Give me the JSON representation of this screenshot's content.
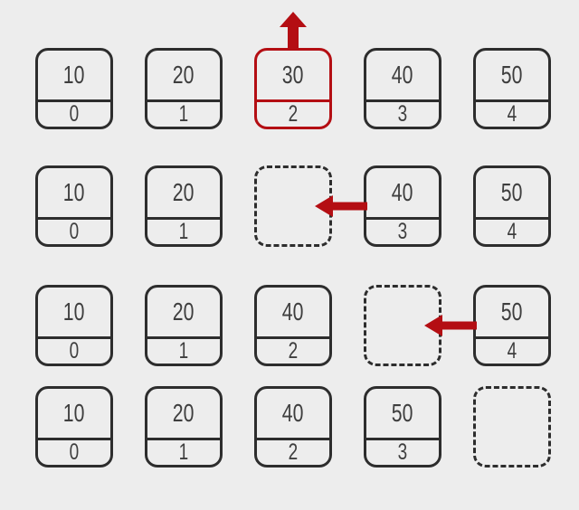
{
  "diagram": {
    "colors": {
      "background": "#ededed",
      "box_border": "#2d2d2d",
      "text": "#3e3e3e",
      "highlight_red": "#b40e13"
    },
    "rows": [
      {
        "cells": [
          {
            "type": "filled",
            "value": "10",
            "index": "0"
          },
          {
            "type": "filled",
            "value": "20",
            "index": "1"
          },
          {
            "type": "filled",
            "value": "30",
            "index": "2",
            "highlighted": true
          },
          {
            "type": "filled",
            "value": "40",
            "index": "3"
          },
          {
            "type": "filled",
            "value": "50",
            "index": "4"
          }
        ],
        "arrow": {
          "direction": "up",
          "col": 2
        }
      },
      {
        "cells": [
          {
            "type": "filled",
            "value": "10",
            "index": "0"
          },
          {
            "type": "filled",
            "value": "20",
            "index": "1"
          },
          {
            "type": "empty"
          },
          {
            "type": "filled",
            "value": "40",
            "index": "3"
          },
          {
            "type": "filled",
            "value": "50",
            "index": "4"
          }
        ],
        "arrow": {
          "direction": "left",
          "col": 2
        }
      },
      {
        "cells": [
          {
            "type": "filled",
            "value": "10",
            "index": "0"
          },
          {
            "type": "filled",
            "value": "20",
            "index": "1"
          },
          {
            "type": "filled",
            "value": "40",
            "index": "2"
          },
          {
            "type": "empty"
          },
          {
            "type": "filled",
            "value": "50",
            "index": "4"
          }
        ],
        "arrow": {
          "direction": "left",
          "col": 3
        }
      },
      {
        "cells": [
          {
            "type": "filled",
            "value": "10",
            "index": "0"
          },
          {
            "type": "filled",
            "value": "20",
            "index": "1"
          },
          {
            "type": "filled",
            "value": "40",
            "index": "2"
          },
          {
            "type": "filled",
            "value": "50",
            "index": "3"
          },
          {
            "type": "empty"
          }
        ],
        "arrow": null
      }
    ]
  }
}
